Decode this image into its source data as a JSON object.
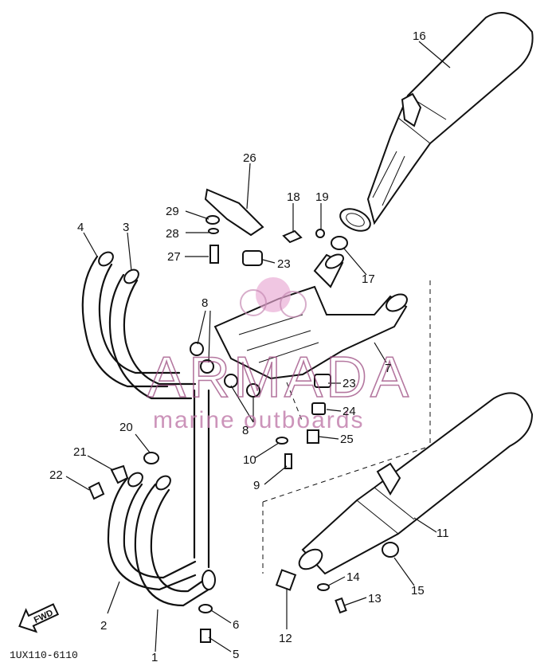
{
  "diagram_code": "1UX110-6110",
  "fwd_label": "FWD",
  "watermark": {
    "brand": "ARMADA",
    "tagline": "marine outboards"
  },
  "callouts": {
    "p1": "1",
    "p2": "2",
    "p3": "3",
    "p4": "4",
    "p5": "5",
    "p6": "6",
    "p7": "7",
    "p8a": "8",
    "p8b": "8",
    "p9": "9",
    "p10": "10",
    "p11": "11",
    "p12": "12",
    "p13": "13",
    "p14": "14",
    "p15": "15",
    "p16": "16",
    "p17": "17",
    "p18": "18",
    "p19": "19",
    "p20": "20",
    "p21": "21",
    "p22": "22",
    "p23a": "23",
    "p23b": "23",
    "p24": "24",
    "p25": "25",
    "p26": "26",
    "p27": "27",
    "p28": "28",
    "p29": "29"
  }
}
